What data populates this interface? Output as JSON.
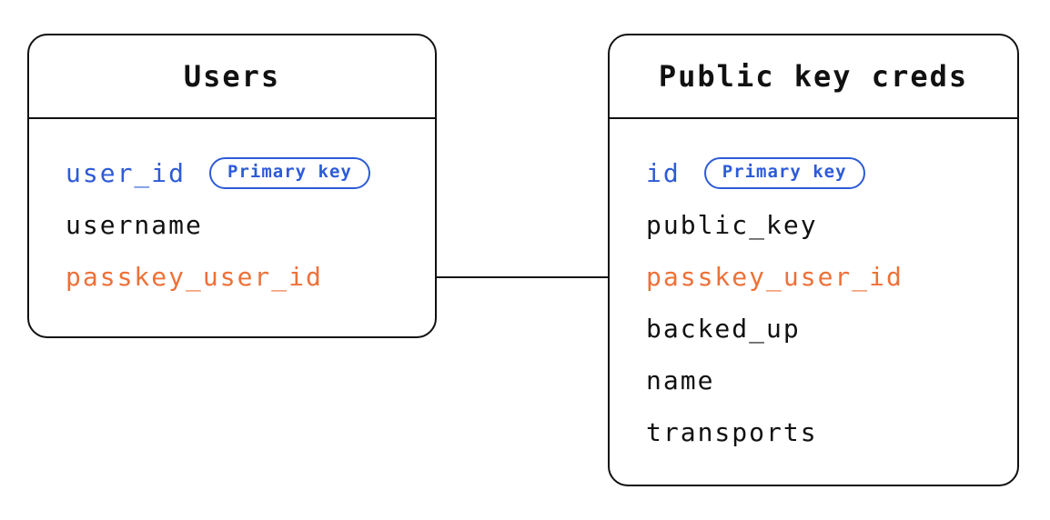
{
  "diagram": {
    "type": "entity-relationship",
    "colors": {
      "primary_key_blue": "#2d5bd8",
      "foreign_key_orange": "#ed7139",
      "line_black": "#111111",
      "text_black": "#111111",
      "background": "#ffffff"
    },
    "tables": [
      {
        "title": "Users",
        "fields": [
          {
            "name": "user_id",
            "role": "primary",
            "badge": "Primary key"
          },
          {
            "name": "username",
            "role": "regular"
          },
          {
            "name": "passkey_user_id",
            "role": "foreign"
          }
        ]
      },
      {
        "title": "Public key creds",
        "fields": [
          {
            "name": "id",
            "role": "primary",
            "badge": "Primary key"
          },
          {
            "name": "public_key",
            "role": "regular"
          },
          {
            "name": "passkey_user_id",
            "role": "foreign"
          },
          {
            "name": "backed_up",
            "role": "regular"
          },
          {
            "name": "name",
            "role": "regular"
          },
          {
            "name": "transports",
            "role": "regular"
          }
        ]
      }
    ],
    "relationship": {
      "from_table": "Users",
      "from_field": "passkey_user_id",
      "to_table": "Public key creds",
      "to_field": "passkey_user_id"
    }
  }
}
